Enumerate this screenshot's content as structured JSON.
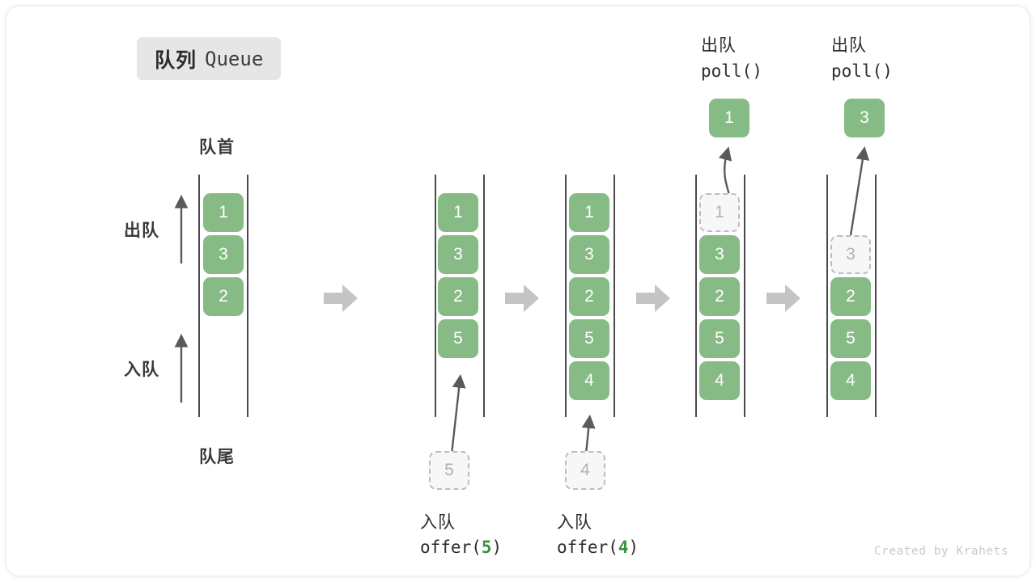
{
  "title": {
    "cn": "队列",
    "en": "Queue"
  },
  "labels": {
    "head": "队首",
    "tail": "队尾",
    "dequeue_side": "出队",
    "enqueue_side": "入队"
  },
  "colors": {
    "cell_fill": "#86bb86",
    "cell_text": "#ffffff",
    "ghost_fill": "#f7f7f7",
    "ghost_border": "#bdbdbd",
    "ghost_text": "#b2b2b2",
    "rail": "#4a4a4a",
    "arrow": "#5a5a5a",
    "chevron": "#c4c4c4",
    "chip_bg": "#e6e6e6",
    "code_arg": "#3f9142"
  },
  "steps": [
    {
      "id": "initial",
      "cells": [
        {
          "value": "1",
          "state": "filled"
        },
        {
          "value": "3",
          "state": "filled"
        },
        {
          "value": "2",
          "state": "filled"
        }
      ],
      "caption_cn": "",
      "caption_code": "",
      "code_arg": "",
      "popped": null,
      "incoming": null,
      "op_cn": ""
    },
    {
      "id": "offer-5",
      "cells": [
        {
          "value": "1",
          "state": "filled"
        },
        {
          "value": "3",
          "state": "filled"
        },
        {
          "value": "2",
          "state": "filled"
        },
        {
          "value": "5",
          "state": "filled"
        }
      ],
      "caption_cn": "入队",
      "caption_code_pre": "offer(",
      "code_arg": "5",
      "caption_code_post": ")",
      "incoming": {
        "value": "5",
        "state": "ghost"
      },
      "popped": null,
      "op_cn": ""
    },
    {
      "id": "offer-4",
      "cells": [
        {
          "value": "1",
          "state": "filled"
        },
        {
          "value": "3",
          "state": "filled"
        },
        {
          "value": "2",
          "state": "filled"
        },
        {
          "value": "5",
          "state": "filled"
        },
        {
          "value": "4",
          "state": "filled"
        }
      ],
      "caption_cn": "入队",
      "caption_code_pre": "offer(",
      "code_arg": "4",
      "caption_code_post": ")",
      "incoming": {
        "value": "4",
        "state": "ghost"
      },
      "popped": null,
      "op_cn": ""
    },
    {
      "id": "poll-1",
      "cells": [
        {
          "value": "1",
          "state": "ghost"
        },
        {
          "value": "3",
          "state": "filled"
        },
        {
          "value": "2",
          "state": "filled"
        },
        {
          "value": "5",
          "state": "filled"
        },
        {
          "value": "4",
          "state": "filled"
        }
      ],
      "op_cn": "出队",
      "op_code": "poll()",
      "popped": {
        "value": "1",
        "state": "filled"
      },
      "incoming": null
    },
    {
      "id": "poll-3",
      "cells": [
        {
          "value": "3",
          "state": "ghost"
        },
        {
          "value": "2",
          "state": "filled"
        },
        {
          "value": "5",
          "state": "filled"
        },
        {
          "value": "4",
          "state": "filled"
        }
      ],
      "op_cn": "出队",
      "op_code": "poll()",
      "popped": {
        "value": "3",
        "state": "filled"
      },
      "incoming": null
    }
  ],
  "credit": "Created by Krahets"
}
